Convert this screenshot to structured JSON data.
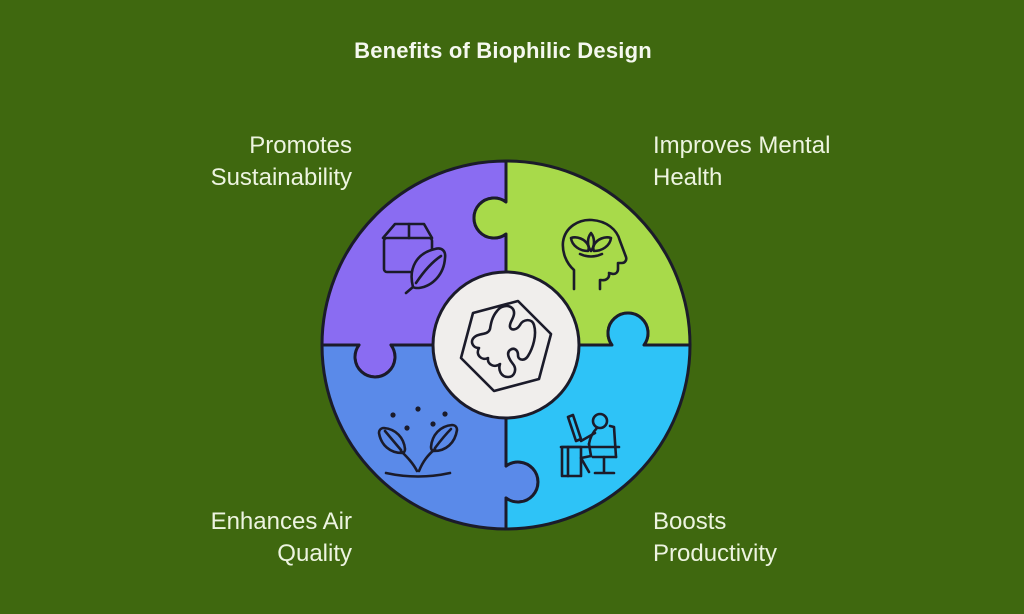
{
  "title": "Benefits of Biophilic Design",
  "colors": {
    "background": "#3f680f",
    "outline": "#1b1b2a",
    "center_fill": "#f0eeec",
    "text": "#edf4e0"
  },
  "center": {
    "icon": "biophilic-hex-icon"
  },
  "quadrants": [
    {
      "id": "promotes-sustainability",
      "position": "top-left",
      "color": "#8a6cf2",
      "icon": "package-leaf-icon",
      "lines": [
        "Promotes",
        "Sustainability"
      ]
    },
    {
      "id": "improves-mental-health",
      "position": "top-right",
      "color": "#a8da4a",
      "icon": "head-lotus-icon",
      "lines": [
        "Improves Mental",
        "Health"
      ]
    },
    {
      "id": "enhances-air-quality",
      "position": "bottom-left",
      "color": "#5a8ae9",
      "icon": "sprout-air-icon",
      "lines": [
        "Enhances Air",
        "Quality"
      ]
    },
    {
      "id": "boosts-productivity",
      "position": "bottom-right",
      "color": "#2ec3f7",
      "icon": "person-desk-icon",
      "lines": [
        "Boosts",
        "Productivity"
      ]
    }
  ]
}
